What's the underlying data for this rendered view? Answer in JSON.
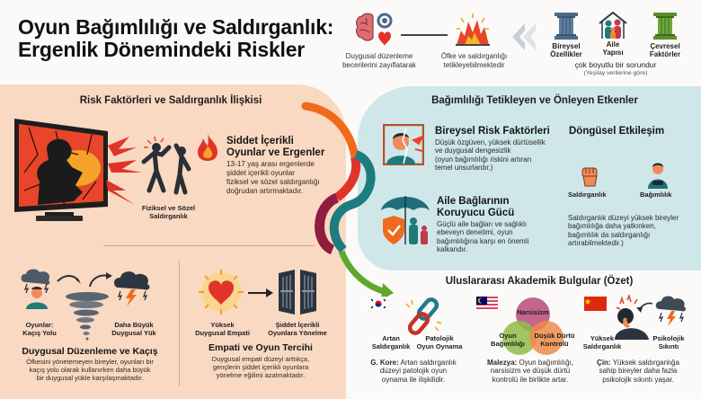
{
  "header": {
    "title_line1": "Oyun Bağımlılığı ve Saldırganlık:",
    "title_line2": "Ergenlik Dönemindeki Riskler"
  },
  "top_strip": {
    "item1": {
      "icon": "brain-gear-heart-icon",
      "line1": "Duygusal düzenleme",
      "line2": "becerilerini zayıflatarak"
    },
    "item2": {
      "icon": "explosion-icon",
      "line1": "Öfke ve saldırganlığı",
      "line2": "tetikleyebilmektedir"
    },
    "pillars": [
      {
        "icon": "pillar-icon",
        "line1": "Bireysel",
        "line2": "Özellikler",
        "color": "#4a6b8a"
      },
      {
        "icon": "family-house-icon",
        "line1": "Aile",
        "line2": "Yapısı",
        "color": "#1f7a7a"
      },
      {
        "icon": "pillar-icon",
        "line1": "Çevresel",
        "line2": "Faktörler",
        "color": "#5a8f2e"
      }
    ],
    "summary": "çok boyutlu bir sorundur",
    "source": "(Yeşilay verilerine göre)"
  },
  "left_panel": {
    "title": "Risk Faktörleri ve Saldırganlık İlişkisi",
    "monitor_icon": "broken-monitor-gamer-icon",
    "fight_label_line1": "Fiziksel ve Sözel",
    "fight_label_line2": "Saldırganlık",
    "violent": {
      "icon": "fire-icon",
      "title_line1": "Siddet İçerikli",
      "title_line2": "Oyunlar ve Ergenler",
      "body": [
        "13-17 yaş arası ergenlerde",
        "şiddet içerikli oyunlar",
        "fiziksel ve sözel saldırganlığı",
        "doğrudan artırmaktadır."
      ]
    },
    "escape": {
      "label_left_line1": "Oyunlar:",
      "label_left_line2": "Kaçış Yolu",
      "label_right_line1": "Daha Büyük",
      "label_right_line2": "Duygusal Yük",
      "title": "Duygusal Düzenleme ve Kaçış",
      "body": [
        "Öfkesini yönetemeyen bireyler, oyunları bir",
        "kaçış yolu olarak kullanırken daha büyük",
        "bir duygusal yükle karşılaşmaktadır."
      ]
    },
    "empathy": {
      "label_left_line1": "Yüksek",
      "label_left_line2": "Duygusal Empati",
      "label_right_line1": "Şiddet İçerikli",
      "label_right_line2": "Oyunlara Yönelme",
      "title": "Empati ve Oyun Tercihi",
      "body": [
        "Duygusal empati düzeyi arttıkça,",
        "gençlerin şiddet içerikli oyunlara",
        "yönelme eğilimi azalmaktadır."
      ]
    }
  },
  "right_panel": {
    "title": "Bağımlılığı Tetikleyen ve Önleyen Etkenler",
    "individual": {
      "icon": "cracked-portrait-icon",
      "title": "Bireysel Risk Faktörleri",
      "body": [
        "Düşük özgüven, yüksek dürtüsellik",
        "ve duygusal dengesizlik",
        "(oyun bağımlılığı riskini artıran",
        "temel unsurlardır.)"
      ]
    },
    "family": {
      "icon": "umbrella-shield-family-icon",
      "title_line1": "Aile Bağlarının",
      "title_line2": "Koruyucu Gücü",
      "body": [
        "Güçlü aile bağları ve sağlıklı",
        "ebeveyn denetimi, oyun",
        "bağımlılığına karşı en önemli",
        "kalkandır."
      ]
    },
    "cycle": {
      "title": "Döngüsel Etkileşim",
      "left_label": "Saldırganlık",
      "right_label": "Bağımlılık",
      "body": [
        "Saldırganlık düzeyi yüksek bireyler",
        "bağımlılığa daha yatkınken,",
        "bağımlılık da saldırganlığı",
        "artırabilmektedir.)"
      ]
    }
  },
  "findings": {
    "title": "Uluslararası Akademik Bulgular (Özet)",
    "korea": {
      "flag": "south-korea-flag",
      "left_label_line1": "Artan",
      "left_label_line2": "Saldırganlık",
      "right_label_line1": "Patolojik",
      "right_label_line2": "Oyun Oynama",
      "country": "G. Kore:",
      "body_first": "Artan saldırganlık",
      "body": [
        "düzeyi patolojik oyun",
        "oynama ile ilişkilidir."
      ]
    },
    "malaysia": {
      "flag": "malaysia-flag",
      "venn_top": "Narsisizm",
      "venn_left_line1": "Oyun",
      "venn_left_line2": "Bağımlılığı",
      "venn_right_line1": "Düşük Dürtü",
      "venn_right_line2": "Kontrolü",
      "country": "Malezya:",
      "body_first": "Oyun bağımlılığı,",
      "body": [
        "narsisizm ve düşük dürtü",
        "kontrolü ile birlikte artar."
      ]
    },
    "china": {
      "flag": "china-flag",
      "left_label_line1": "Yüksek",
      "left_label_line2": "Saldırganlık",
      "right_label_line1": "Psikolojik",
      "right_label_line2": "Sıkıntı",
      "country": "Çin:",
      "body_first": "Yüksek saldırganlığa",
      "body": [
        "sahip bireyler daha fazla",
        "psikolojik sıkıntı yaşar."
      ]
    }
  },
  "colors": {
    "left_panel_bg": "#f9d9c2",
    "right_panel_bg": "#cfe7e9",
    "accent_red": "#e0342a",
    "accent_orange": "#f06a1c",
    "accent_teal": "#1c7c80",
    "accent_maroon": "#8e1d40",
    "accent_green": "#5ea82c"
  }
}
